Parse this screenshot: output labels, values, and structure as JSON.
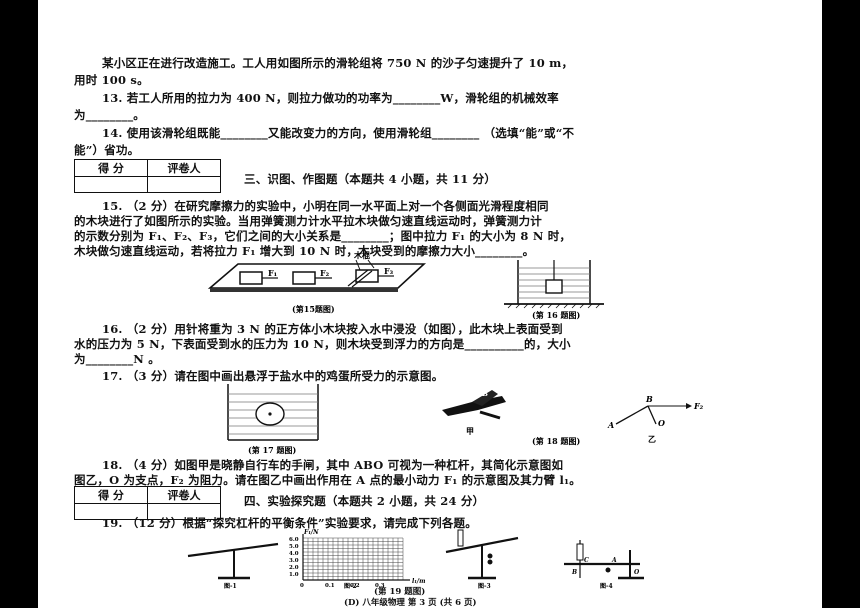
{
  "page": {
    "intro_line1": "某小区正在进行改造施工。工人用如图所示的滑轮组将 750 N 的沙子匀速提升了 10 m，",
    "intro_line2": "用时 100 s。",
    "q13_line1": "13. 若工人所用的拉力为 400 N，则拉力做功的功率为________W，滑轮组的机械效率",
    "q13_line2": "为________。",
    "q14_line1": "14. 使用该滑轮组既能________又能改变力的方向，使用滑轮组________ （选填“能”或“不",
    "q14_line2": "能”）省功。",
    "score_box": {
      "col1": "得 分",
      "col2": "评卷人"
    },
    "section3": "三、识图、作图题（本题共 4 小题，共 11 分）",
    "q15_line1": "15. （2 分）在研究摩擦力的实验中，小明在同一水平面上对一个各侧面光滑程度相同",
    "q15_line2": "的木块进行了如图所示的实验。当用弹簧测力计水平拉木块做匀速直线运动时，弹簧测力计",
    "q15_line3": "的示数分别为 F₁、F₂、F₃，它们之间的大小关系是________；图中拉力 F₁ 的大小为 8 N 时，",
    "q15_line4": "木块做匀速直线运动，若将拉力 F₁ 增大到 10 N 时，木块受到的摩擦力大小________。",
    "fig15": {
      "label_wood": "木棍",
      "f1": "F₁",
      "f2": "F₂",
      "f3": "F₃",
      "caption": "(第15题图)"
    },
    "fig16": {
      "caption": "(第 16 题图)"
    },
    "q16_line1": "16. （2 分）用针将重为 3 N 的正方体小木块按入水中浸没（如图），此木块上表面受到",
    "q16_line2": "水的压力为 5 N，下表面受到水的压力为 10 N，则木块受到浮力的方向是__________的，大小",
    "q16_line3": "为________N 。",
    "q17": "17. （3 分）请在图中画出悬浮于盐水中的鸡蛋所受力的示意图。",
    "fig17": {
      "caption": "(第 17 题图)"
    },
    "fig18": {
      "label_jia": "甲",
      "label_yi": "乙",
      "A": "A",
      "B": "B",
      "O": "O",
      "F2": "F₂",
      "caption": "(第 18 题图)"
    },
    "q18_line1": "18. （4 分）如图甲是晓静自行车的手闸，其中 ABO 可视为一种杠杆，其简化示意图如",
    "q18_line2": "图乙，O 为支点，F₂ 为阻力。请在图乙中画出作用在 A 点的最小动力 F₁ 的示意图及其力臂 l₁。",
    "section4": "四、实验探究题（本题共 2 小题，共 24 分）",
    "q19": "19. （12 分）根据“探究杠杆的平衡条件”实验要求，请完成下列各题。",
    "fig19": {
      "ylabel": "F₁/N",
      "xlabel": "l₁/m",
      "yticks": [
        "6.0",
        "5.0",
        "4.0",
        "3.0",
        "2.0",
        "1.0"
      ],
      "xticks": [
        "0",
        "0.1",
        "0.2",
        "0.3"
      ],
      "fig1": "图-1",
      "fig2": "图-2",
      "fig3": "图-3",
      "fig4": "图-4",
      "caption": "(第 19 题图)",
      "c_label": "C",
      "b_label": "B",
      "a_label": "A",
      "o_label": "O"
    },
    "footer": "(D) 八年级物理  第 3 页 (共 6 页)"
  }
}
